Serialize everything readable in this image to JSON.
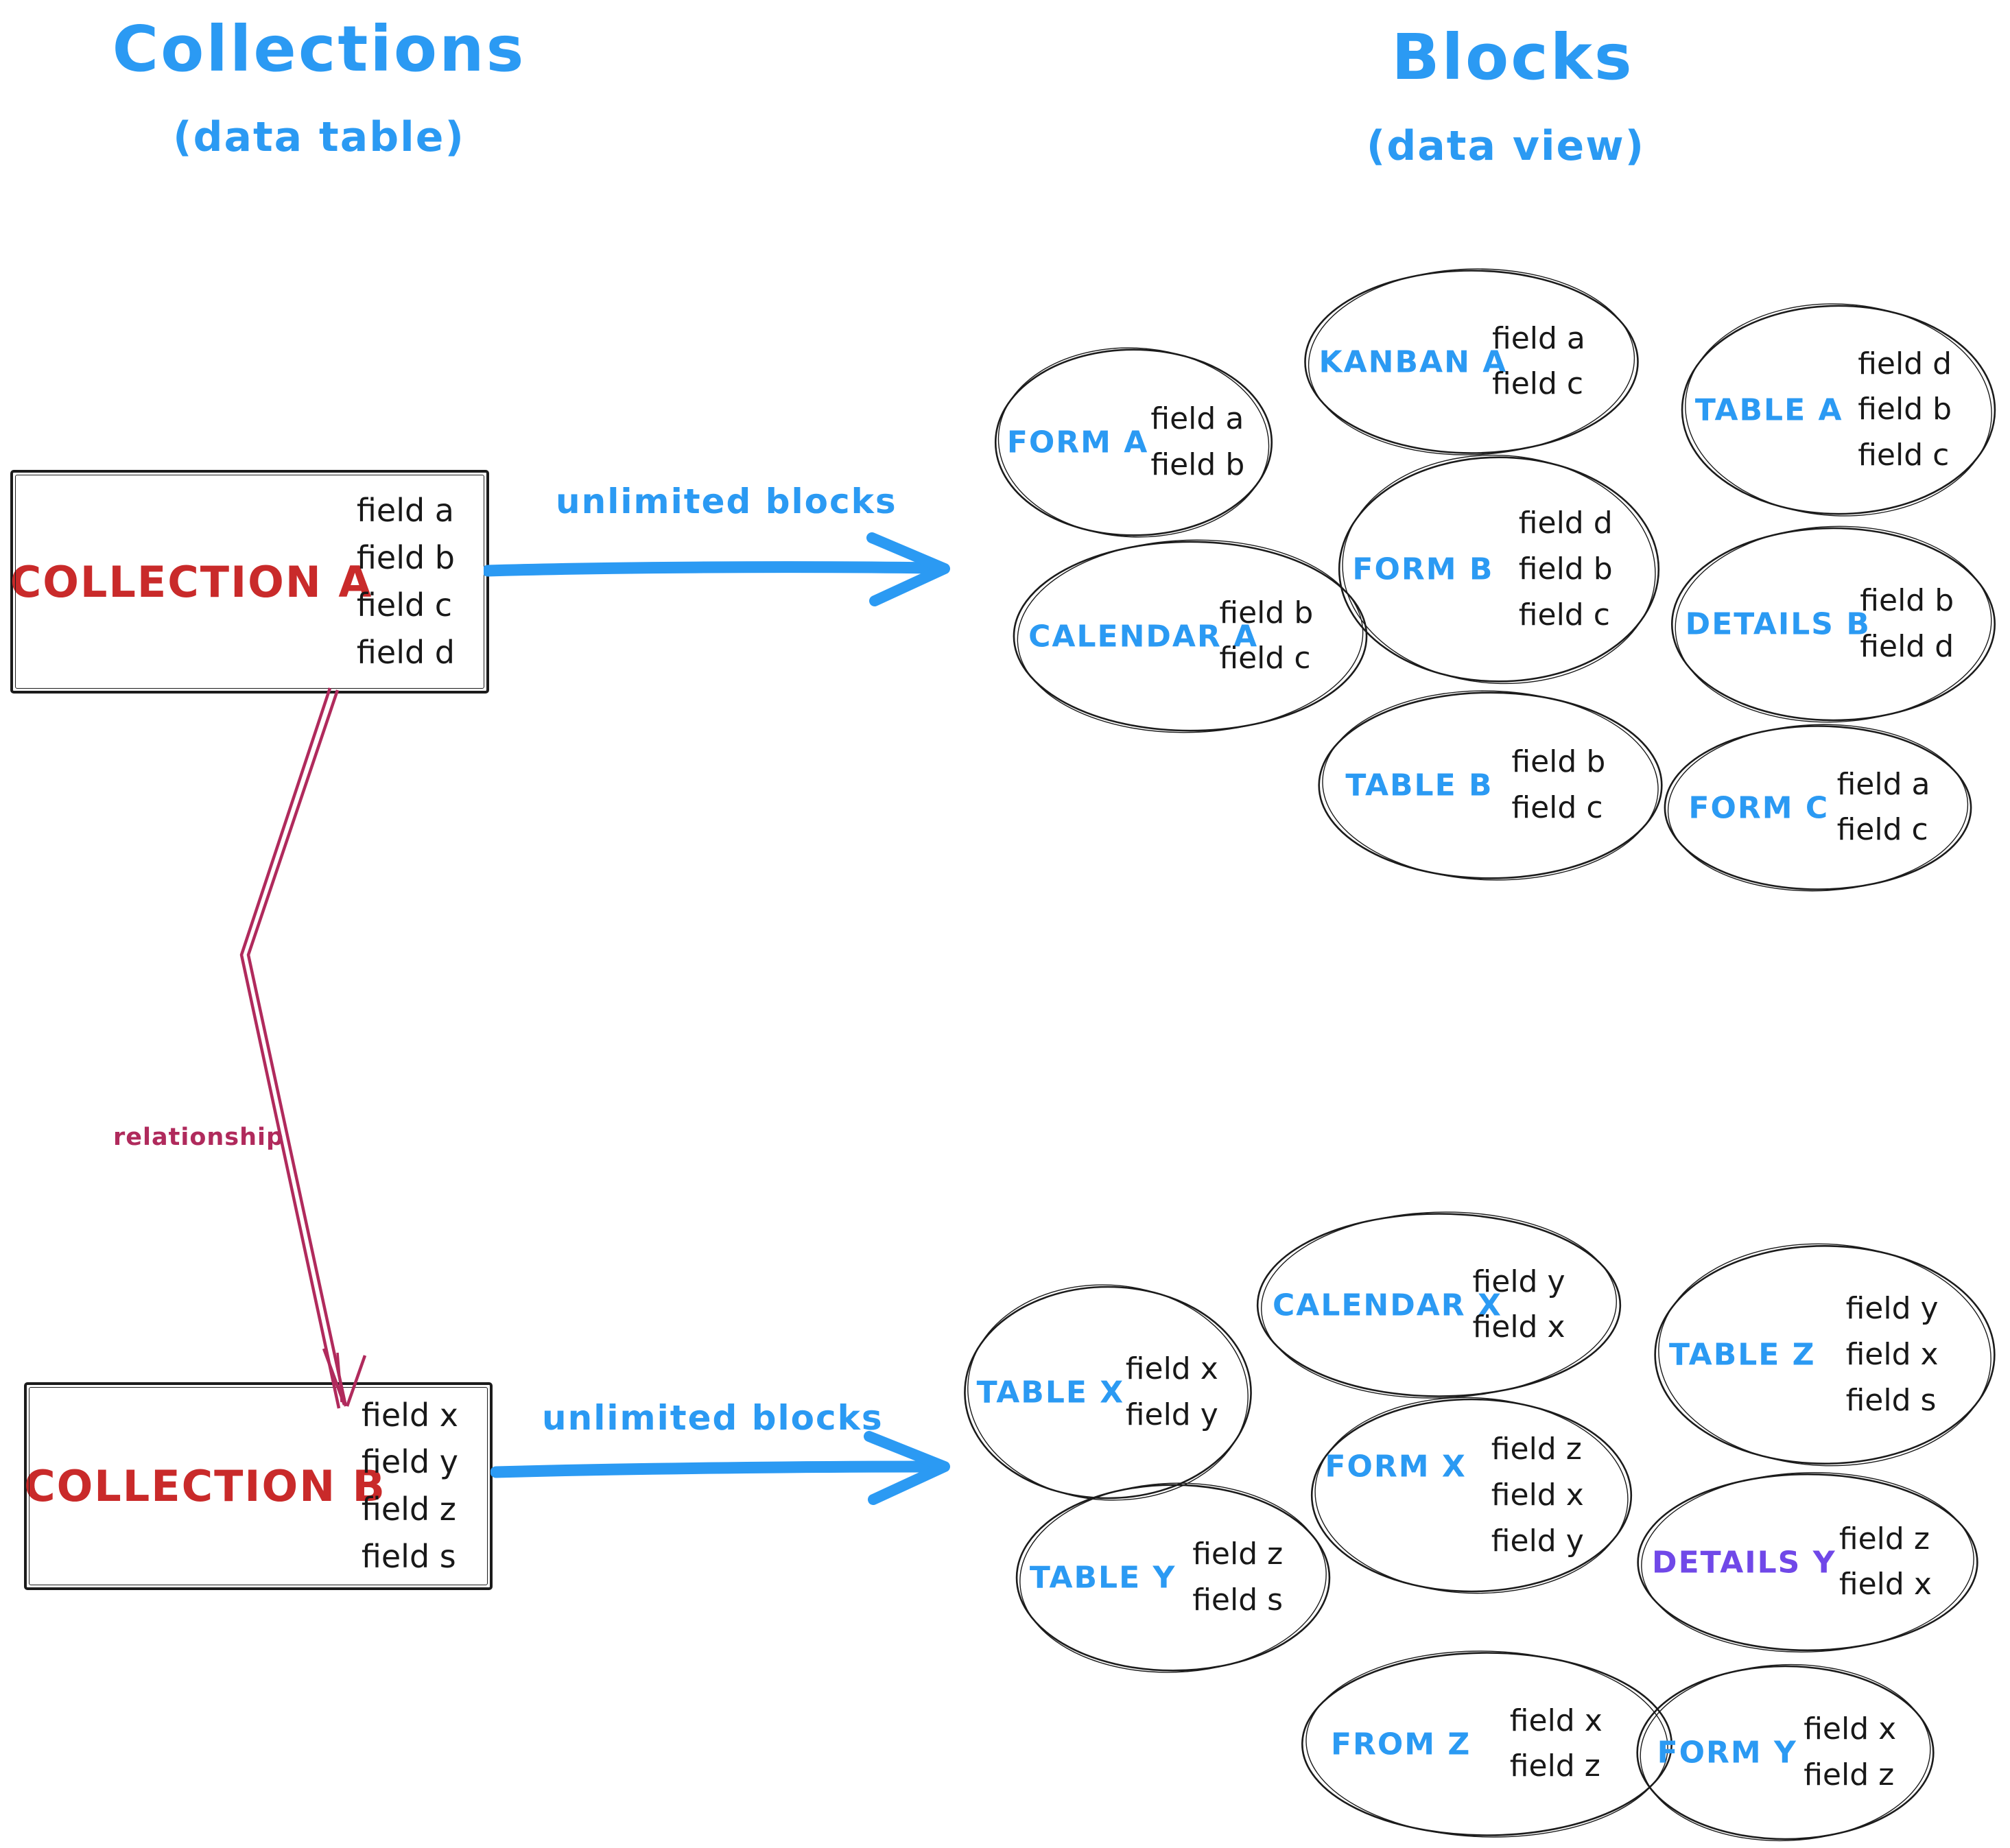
{
  "colors": {
    "blue": "#2b9af3",
    "red": "#c92a2a",
    "crimson": "#b02a5c",
    "purple": "#7048e8",
    "ink": "#1b1b1b"
  },
  "left_header": {
    "title": "Collections",
    "subtitle": "(data table)"
  },
  "right_header": {
    "title": "Blocks",
    "subtitle": "(data view)"
  },
  "collection_a": {
    "name": "COLLECTION A",
    "fields": [
      "field a",
      "field b",
      "field c",
      "field d"
    ]
  },
  "collection_b": {
    "name": "COLLECTION B",
    "fields": [
      "field x",
      "field y",
      "field z",
      "field s"
    ]
  },
  "arrow_a_label": "unlimited blocks",
  "arrow_b_label": "unlimited blocks",
  "relationship_label": "relationship",
  "blocks_a": [
    {
      "label": "FORM A",
      "fields": [
        "field a",
        "field b"
      ]
    },
    {
      "label": "KANBAN A",
      "fields": [
        "field a",
        "field c"
      ]
    },
    {
      "label": "TABLE A",
      "fields": [
        "field d",
        "field b",
        "field c"
      ]
    },
    {
      "label": "CALENDAR A",
      "fields": [
        "field b",
        "field c"
      ]
    },
    {
      "label": "FORM B",
      "fields": [
        "field d",
        "field b",
        "field c"
      ]
    },
    {
      "label": "DETAILS B",
      "fields": [
        "field b",
        "field d"
      ]
    },
    {
      "label": "TABLE B",
      "fields": [
        "field b",
        "field c"
      ]
    },
    {
      "label": "FORM C",
      "fields": [
        "field a",
        "field c"
      ]
    }
  ],
  "blocks_b": [
    {
      "label": "TABLE X",
      "fields": [
        "field x",
        "field y"
      ]
    },
    {
      "label": "CALENDAR X",
      "fields": [
        "field y",
        "field x"
      ]
    },
    {
      "label": "TABLE Z",
      "fields": [
        "field y",
        "field x",
        "field s"
      ]
    },
    {
      "label": "TABLE Y",
      "fields": [
        "field z",
        "field s"
      ]
    },
    {
      "label": "FORM X",
      "fields": [
        "field z",
        "field x",
        "field y"
      ]
    },
    {
      "label": "DETAILS Y",
      "fields": [
        "field z",
        "field x"
      ]
    },
    {
      "label": "FROM Z",
      "fields": [
        "field x",
        "field z"
      ]
    },
    {
      "label": "FORM Y",
      "fields": [
        "field x",
        "field z"
      ]
    }
  ]
}
